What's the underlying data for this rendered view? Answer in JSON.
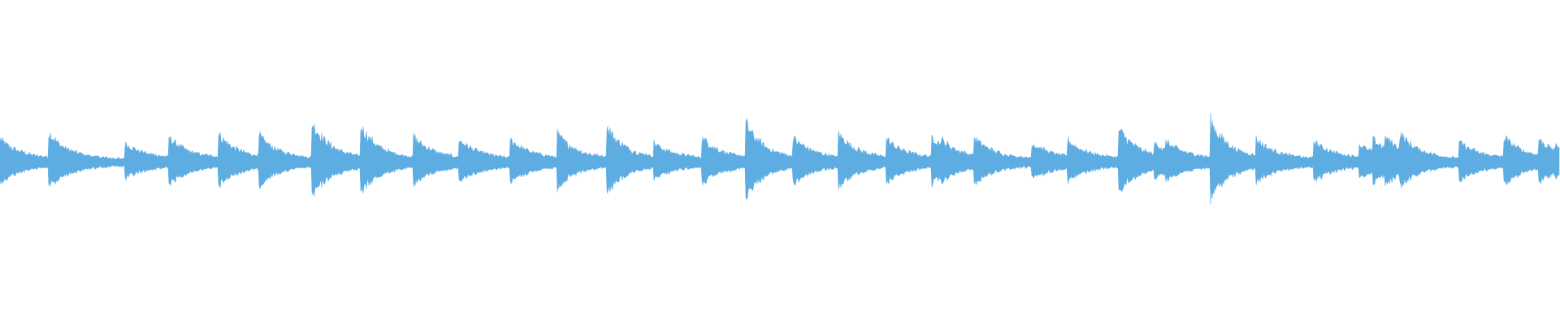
{
  "waveform": {
    "color": "#5dade2",
    "background": "#ffffff",
    "transients": [
      {
        "t": 0.0,
        "a": 0.3
      },
      {
        "t": 0.031,
        "a": 0.42
      },
      {
        "t": 0.08,
        "a": 0.22
      },
      {
        "t": 0.108,
        "a": 0.34
      },
      {
        "t": 0.14,
        "a": 0.38
      },
      {
        "t": 0.166,
        "a": 0.36
      },
      {
        "t": 0.2,
        "a": 0.6
      },
      {
        "t": 0.231,
        "a": 0.54
      },
      {
        "t": 0.265,
        "a": 0.34
      },
      {
        "t": 0.294,
        "a": 0.3
      },
      {
        "t": 0.327,
        "a": 0.3
      },
      {
        "t": 0.357,
        "a": 0.4
      },
      {
        "t": 0.389,
        "a": 0.52
      },
      {
        "t": 0.419,
        "a": 0.22
      },
      {
        "t": 0.45,
        "a": 0.32
      },
      {
        "t": 0.478,
        "a": 0.58
      },
      {
        "t": 0.508,
        "a": 0.34
      },
      {
        "t": 0.537,
        "a": 0.42
      },
      {
        "t": 0.568,
        "a": 0.3
      },
      {
        "t": 0.597,
        "a": 0.36
      },
      {
        "t": 0.603,
        "a": 0.3
      },
      {
        "t": 0.624,
        "a": 0.34
      },
      {
        "t": 0.661,
        "a": 0.24
      },
      {
        "t": 0.684,
        "a": 0.28
      },
      {
        "t": 0.717,
        "a": 0.5
      },
      {
        "t": 0.722,
        "a": 0.24
      },
      {
        "t": 0.74,
        "a": 0.22
      },
      {
        "t": 0.747,
        "a": 0.26
      },
      {
        "t": 0.776,
        "a": 0.62
      },
      {
        "t": 0.805,
        "a": 0.3
      },
      {
        "t": 0.842,
        "a": 0.26
      },
      {
        "t": 0.871,
        "a": 0.2
      },
      {
        "t": 0.88,
        "a": 0.3
      },
      {
        "t": 0.888,
        "a": 0.34
      },
      {
        "t": 0.897,
        "a": 0.4
      },
      {
        "t": 0.935,
        "a": 0.26
      },
      {
        "t": 0.964,
        "a": 0.34
      },
      {
        "t": 0.986,
        "a": 0.3
      },
      {
        "t": 0.997,
        "a": 0.22
      }
    ]
  }
}
